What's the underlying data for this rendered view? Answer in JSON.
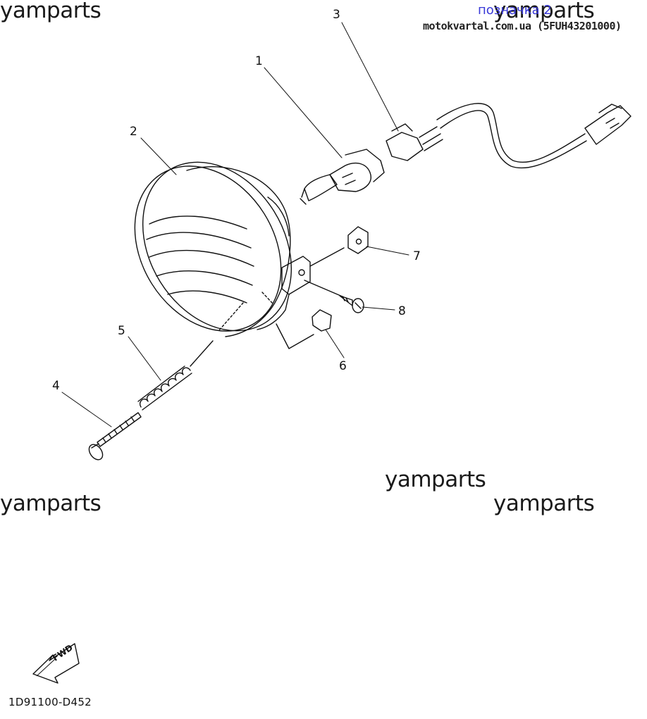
{
  "watermarks": [
    "yamparts",
    "yamparts",
    "yamparts",
    "yamparts",
    "yamparts"
  ],
  "header": {
    "label_link": "позначка 2",
    "site_ref": "motokvartal.com.ua (5FUH43201000)"
  },
  "callouts": [
    "1",
    "2",
    "3",
    "4",
    "5",
    "6",
    "7",
    "8"
  ],
  "fwd_label": "FWD",
  "diagram_code": "1D91100-D452",
  "colors": {
    "ink": "#111111",
    "link": "#3a3ad8"
  }
}
